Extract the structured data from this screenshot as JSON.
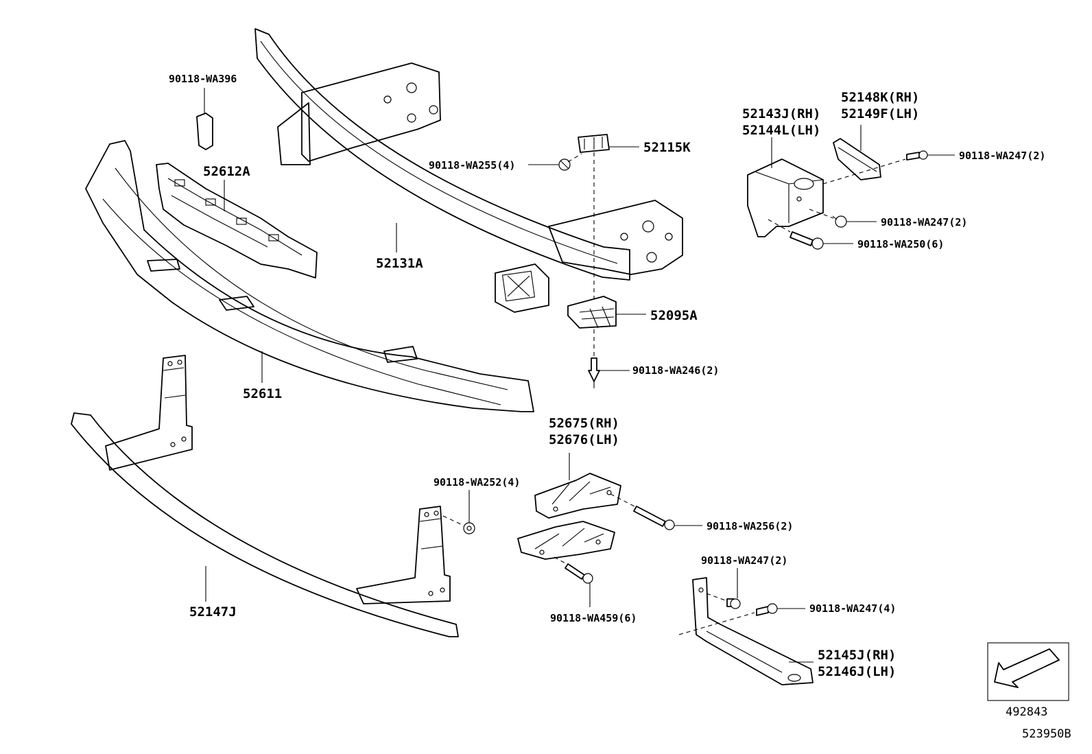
{
  "labels": {
    "p90118_wa396": "90118-WA396",
    "p52612a": "52612A",
    "p52131a": "52131A",
    "p52611": "52611",
    "p52147j": "52147J",
    "p52115k": "52115K",
    "p90118_wa255": "90118-WA255(4)",
    "p52095a": "52095A",
    "p90118_wa246": "90118-WA246(2)",
    "p52143j": "52143J(RH)",
    "p52144l": "52144L(LH)",
    "p52148k": "52148K(RH)",
    "p52149f": "52149F(LH)",
    "p90118_wa247_a": "90118-WA247(2)",
    "p90118_wa247_b": "90118-WA247(2)",
    "p90118_wa250": "90118-WA250(6)",
    "p52675": "52675(RH)",
    "p52676": "52676(LH)",
    "p90118_wa252": "90118-WA252(4)",
    "p90118_wa256": "90118-WA256(2)",
    "p90118_wa459": "90118-WA459(6)",
    "p90118_wa247_c": "90118-WA247(2)",
    "p90118_wa247_d": "90118-WA247(4)",
    "p52145j": "52145J(RH)",
    "p52146j": "52146J(LH)"
  },
  "footer": {
    "ref_number": "492843",
    "diagram_id": "523950B"
  },
  "icons": {
    "front_indicator": "arrow-icon"
  },
  "colors": {
    "line": "#000000",
    "background": "#ffffff"
  }
}
